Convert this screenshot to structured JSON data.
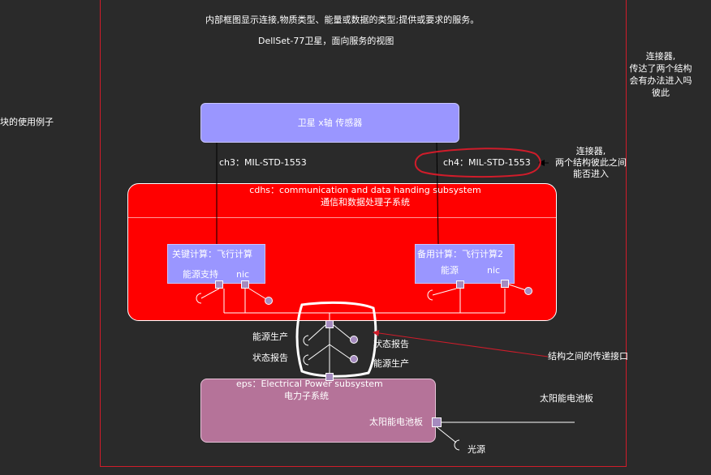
{
  "header": {
    "line1": "内部框图显示连接,物质类型、能量或数据的类型;提供或要求的服务。",
    "line2": "DellSet-77卫星，面向服务的视图"
  },
  "left_note": "块的使用例子",
  "right_note": [
    "连接器,",
    "传达了两个结构",
    "会有办法进入吗",
    "彼此"
  ],
  "sensor": {
    "label": "卫星 x轴 传感器"
  },
  "channels": {
    "ch3": "ch3：MIL-STD-1553",
    "ch4": "ch4：MIL-STD-1553"
  },
  "connector_note": [
    "连接器,",
    "两个结构彼此之间",
    "能否进入"
  ],
  "cdhs": {
    "title": "cdhs：communication and data handing subsystem",
    "subtitle": "通信和数据处理子系统"
  },
  "primary_compute": {
    "title": "关键计算：飞行计算",
    "power": "能源支持",
    "nic": "nic"
  },
  "backup_compute": {
    "title": "备用计算：飞行计算2",
    "power": "能源",
    "nic": "nic"
  },
  "interface_labels": {
    "power_gen_left": "能源生产",
    "status_left": "状态报告",
    "status_right": "状态报告",
    "power_gen_right": "能源生产"
  },
  "interface_note": "结构之间的传递接口",
  "eps": {
    "title": "eps：Electrical Power subsystem",
    "subtitle": "电力子系统"
  },
  "solar": {
    "port_label": "太阳能电池板",
    "side_label": "太阳能电池板",
    "light": "光源"
  },
  "colors": {
    "background": "#2a2a2a",
    "frame": "#d01c2a",
    "sensor_fill": "#9a96ff",
    "cdhs_fill": "#ff0000",
    "eps_fill": "#b57399",
    "port_fill": "#a58bbf"
  }
}
